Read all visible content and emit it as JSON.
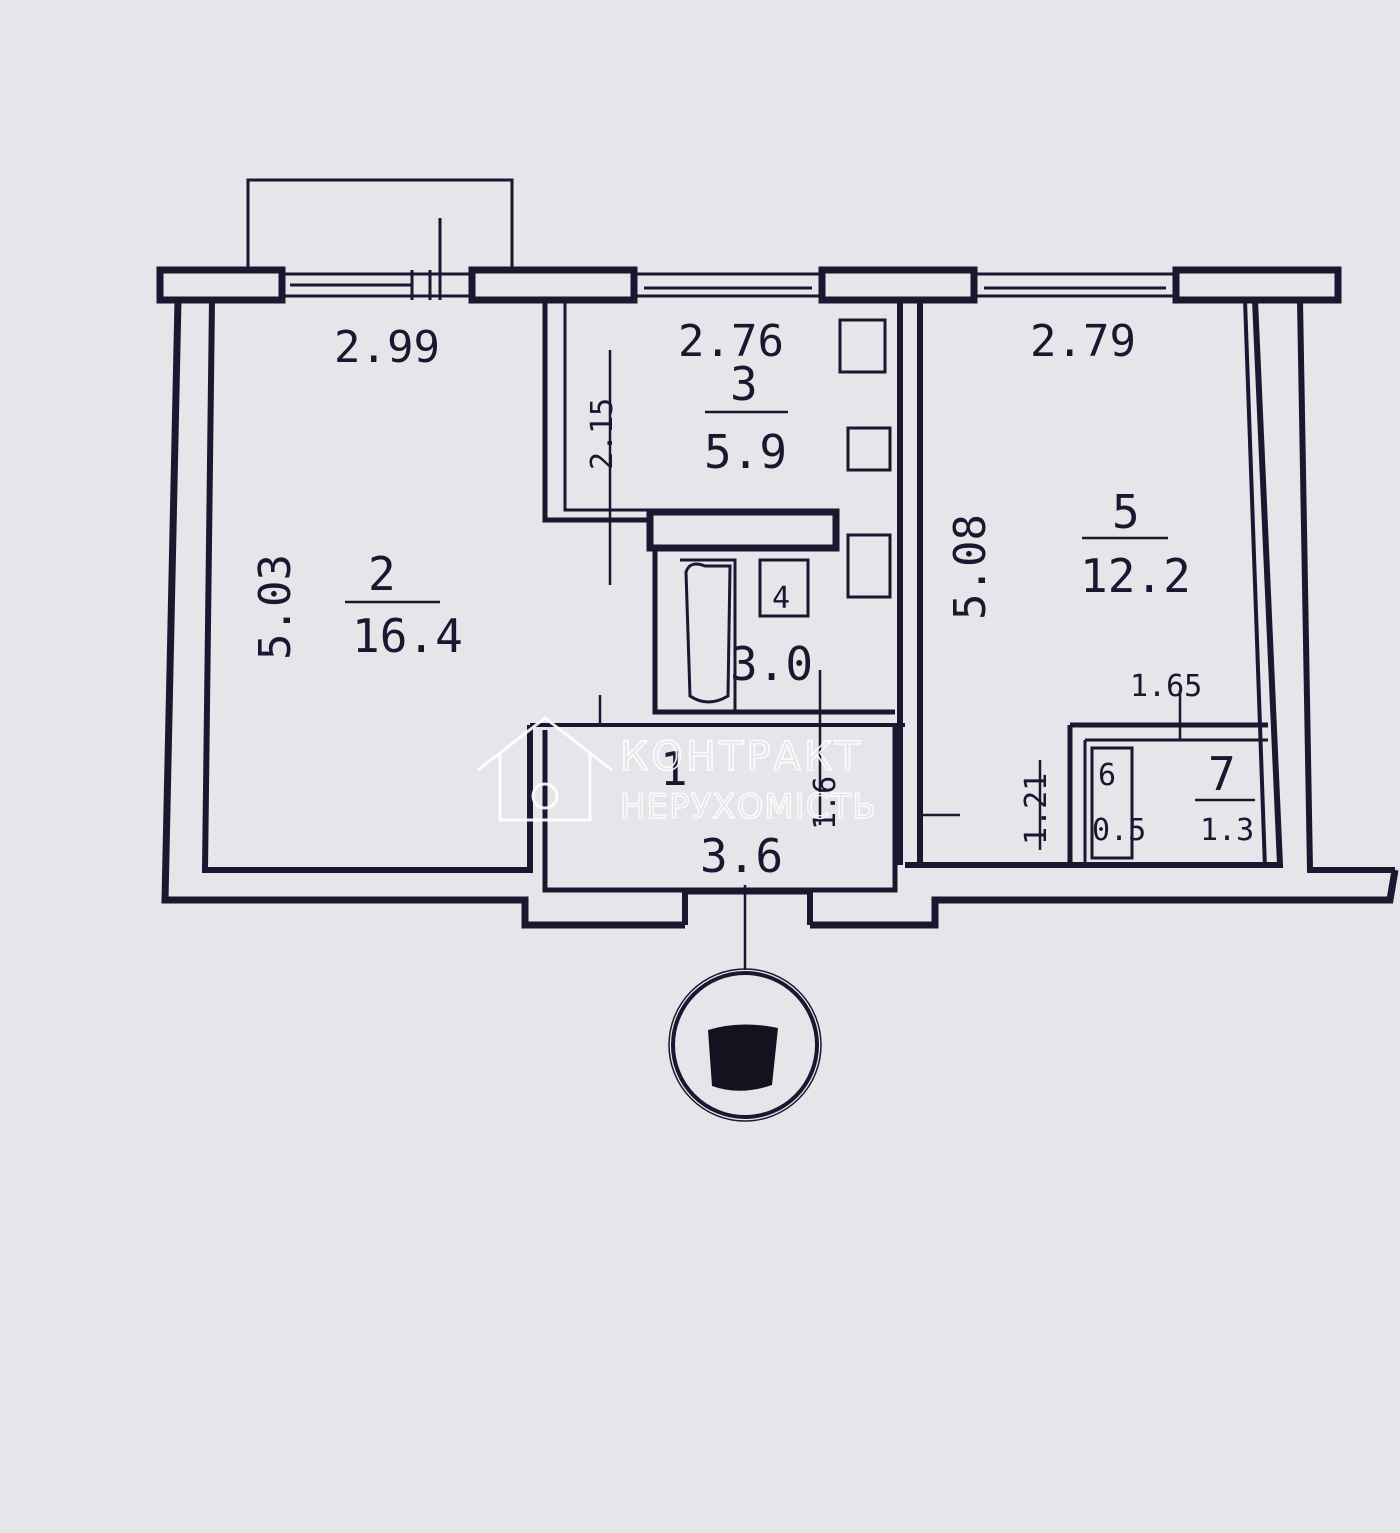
{
  "plan": {
    "outer_dimensions": {
      "room2_width": "2.99",
      "room3_width": "2.76",
      "room5_width": "2.79",
      "room2_depth": "5.03",
      "room5_depth": "5.08",
      "room3_depth": "2.15",
      "room7_width": "1.65",
      "room6_depth": "1.21"
    },
    "rooms": [
      {
        "number": "2",
        "area": "16.4"
      },
      {
        "number": "3",
        "area": "5.9"
      },
      {
        "number": "4",
        "area": "3.0"
      },
      {
        "number": "5",
        "area": "12.2"
      },
      {
        "number": "6",
        "area": "0.5"
      },
      {
        "number": "7",
        "area": "1.3"
      },
      {
        "number": "1",
        "area": "3.6"
      }
    ],
    "hallway_dims": [
      "1.6"
    ]
  },
  "watermark": {
    "line1": "КОНТРАКТ",
    "line2": "НЕРУХОМІСТЬ"
  },
  "colors": {
    "paper": "#e6e5e9",
    "ink": "#1b1730"
  }
}
